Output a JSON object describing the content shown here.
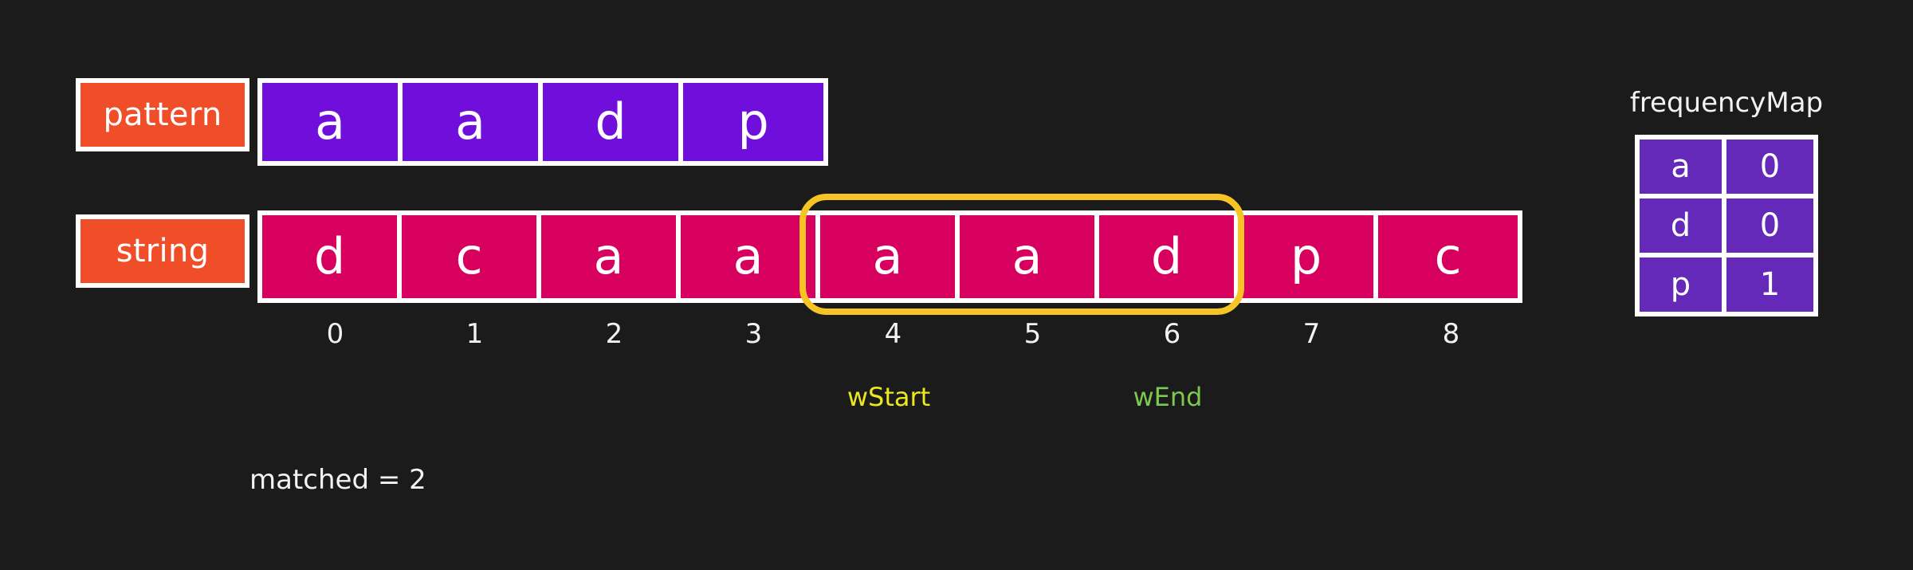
{
  "background_color": "#1b1b1b",
  "colors": {
    "label_orange": "#f04e28",
    "pattern_purple": "#700fdb",
    "string_pink": "#d8005f",
    "window_yellow": "#f6c425",
    "wstart_yellow": "#ece81f",
    "wend_green": "#7cc94f",
    "freqmap_purple": "#6429b8",
    "border_white": "#ffffff",
    "text_white": "#f2f2f2"
  },
  "pattern_row": {
    "label": "pattern",
    "cells": [
      "a",
      "a",
      "d",
      "p"
    ]
  },
  "string_row": {
    "label": "string",
    "cells": [
      "d",
      "c",
      "a",
      "a",
      "a",
      "a",
      "d",
      "p",
      "c"
    ],
    "indices": [
      "0",
      "1",
      "2",
      "3",
      "4",
      "5",
      "6",
      "7",
      "8"
    ]
  },
  "window": {
    "start_index": 4,
    "end_index": 6,
    "start_label": "wStart",
    "end_label": "wEnd"
  },
  "status": {
    "matched_text": "matched = 2"
  },
  "frequency_map": {
    "title": "frequencyMap",
    "rows": [
      {
        "key": "a",
        "value": "0"
      },
      {
        "key": "d",
        "value": "0"
      },
      {
        "key": "p",
        "value": "1"
      }
    ]
  }
}
